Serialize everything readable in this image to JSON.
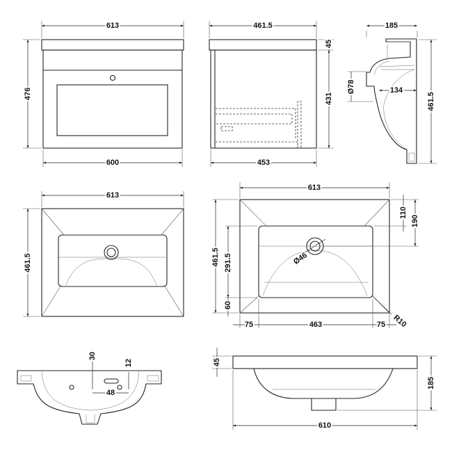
{
  "drawing": {
    "front_view": {
      "width_top": "613",
      "height": "476",
      "width_bottom": "600"
    },
    "side_view": {
      "depth_top": "461.5",
      "top_thickness": "45",
      "cabinet_height": "431",
      "depth_bottom": "453"
    },
    "section_view": {
      "depth": "185",
      "height": "461.5",
      "waste_diameter": "Ø78",
      "waste_offset": "134"
    },
    "plan_view_left": {
      "width": "613",
      "depth": "461.5"
    },
    "plan_view_right": {
      "width": "613",
      "depth": "461.5",
      "bowl_depth": "291.5",
      "front_margin": "60",
      "back_margin": "110",
      "waste_position": "190",
      "left_margin": "75",
      "bowl_width": "463",
      "right_margin": "75",
      "corner_radius": "R10",
      "waste_hole": "Ø46"
    },
    "basin_section": {
      "dim_30": "30",
      "dim_12": "12",
      "dim_48": "48"
    },
    "basin_side": {
      "thickness": "45",
      "depth": "185",
      "width": "610"
    }
  }
}
